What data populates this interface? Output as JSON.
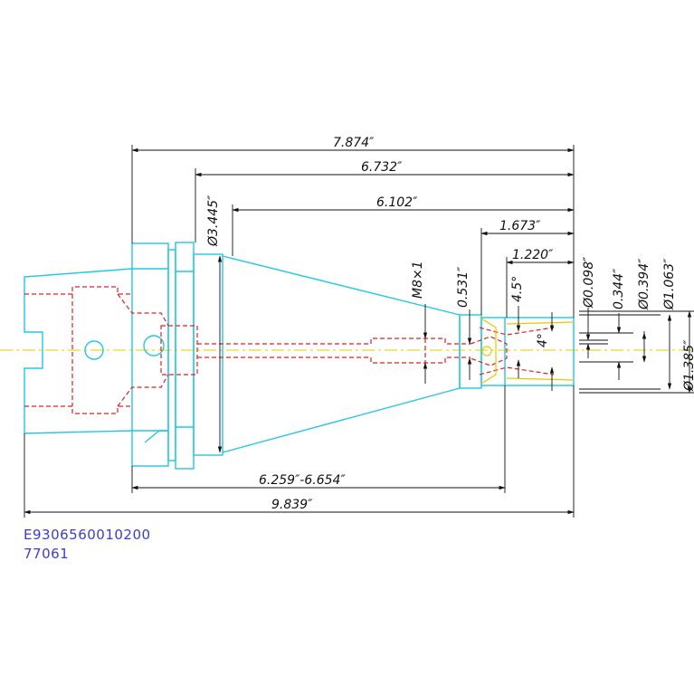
{
  "dimensions": {
    "overall_top": "7.874″",
    "d_6732": "6.732″",
    "d_6102": "6.102″",
    "d_1673": "1.673″",
    "d_1220": "1.220″",
    "dia_3445": "Ø3.445″",
    "thread": "M8×1",
    "d_0531": "0.531″",
    "angle_45": "4.5°",
    "angle_4": "4°",
    "dia_0098": "Ø0.098″",
    "d_0344": "0.344″",
    "dia_0394": "Ø0.394″",
    "dia_1063": "Ø1.063″",
    "dia_1385": "Ø1.385″",
    "range": "6.259″-6.654″",
    "overall_bottom": "9.839″"
  },
  "part": {
    "code": "E9306560010200",
    "number": "77061"
  },
  "colors": {
    "outline": "#22c8e0",
    "hidden": "#e02020",
    "dimension": "#111111",
    "yellow": "#e8c800",
    "text_blue": "#3b3bd6"
  }
}
